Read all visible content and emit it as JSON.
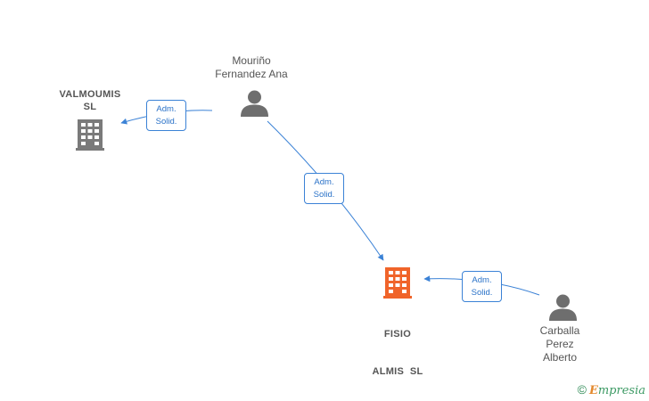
{
  "nodes": {
    "valmoumis": {
      "lines": [
        "VALMOUMIS",
        "SL"
      ],
      "type": "company"
    },
    "fisio": {
      "lines": [
        "FISIO",
        "ALMIS  SL"
      ],
      "type": "company",
      "highlight": true
    },
    "mourino": {
      "lines": [
        "Mouriño",
        "Fernandez Ana"
      ],
      "type": "person"
    },
    "carballa": {
      "lines": [
        "Carballa",
        "Perez",
        "Alberto"
      ],
      "type": "person"
    }
  },
  "edges": [
    {
      "from": "mourino",
      "to": "valmoumis",
      "label": [
        "Adm.",
        "Solid."
      ]
    },
    {
      "from": "mourino",
      "to": "fisio",
      "label": [
        "Adm.",
        "Solid."
      ]
    },
    {
      "from": "carballa",
      "to": "fisio",
      "label": [
        "Adm.",
        "Solid."
      ]
    }
  ],
  "colors": {
    "edge": "#3b82d6",
    "company": "#7a7a7a",
    "company_highlight": "#f0642a",
    "person": "#6e6e6e"
  },
  "footer": {
    "copyright": "©",
    "brand_first": "E",
    "brand_rest": "mpresia"
  }
}
